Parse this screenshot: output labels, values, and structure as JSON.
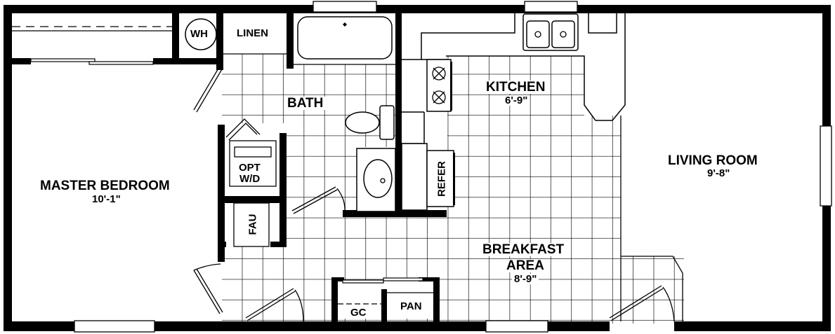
{
  "floor_plan": {
    "rooms": [
      {
        "id": "master-bedroom",
        "name": "MASTER BEDROOM",
        "dimension": "10'-1\""
      },
      {
        "id": "bath",
        "name": "BATH"
      },
      {
        "id": "kitchen",
        "name": "KITCHEN",
        "dimension": "6'-9\""
      },
      {
        "id": "living-room",
        "name": "LIVING ROOM",
        "dimension": "9'-8\""
      },
      {
        "id": "breakfast-area",
        "name": "BREAKFAST",
        "name2": "AREA",
        "dimension": "8'-9\""
      }
    ],
    "fixtures": {
      "water_heater": "WH",
      "linen": "LINEN",
      "washer_dryer": "OPT",
      "washer_dryer2": "W/D",
      "furnace": "FAU",
      "refrigerator": "REFER",
      "garbage_can": "GC",
      "pantry": "PAN"
    },
    "colors": {
      "wall": "#000000",
      "floor_grid": "#000000",
      "background": "#ffffff"
    }
  }
}
